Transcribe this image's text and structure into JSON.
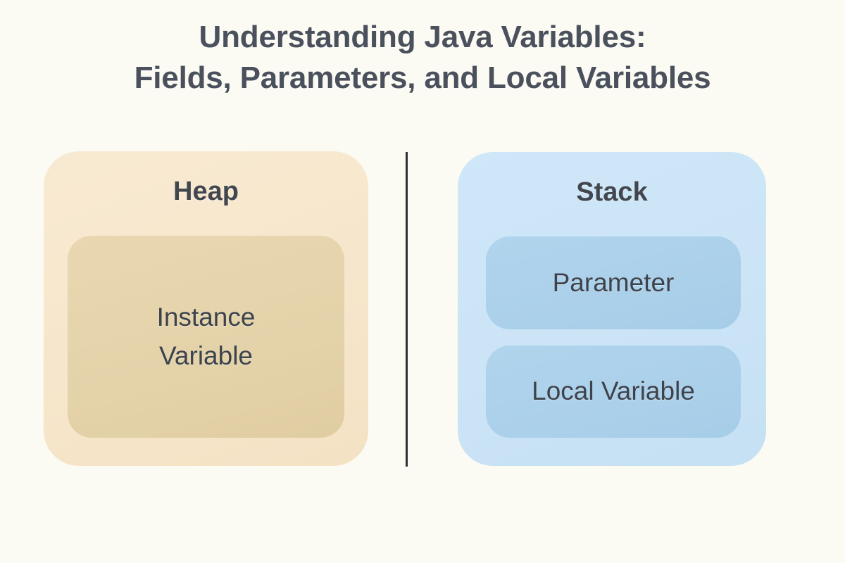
{
  "background_color": "#fbfaf3",
  "title": {
    "line1": "Understanding Java Variables:",
    "line2": "Fields, Parameters, and Local Variables",
    "color": "#4a515c"
  },
  "divider": {
    "color": "#2c2f33"
  },
  "diagram": {
    "type": "two-column memory model",
    "panels": [
      {
        "id": "heap",
        "title": "Heap",
        "fill_color": "#f6e6cb",
        "title_color": "#42474f",
        "boxes": [
          {
            "id": "instance-variable",
            "label": "Instance Variable",
            "label_line1": "Instance",
            "label_line2": "Variable",
            "fill_color": "#e4d2a9",
            "text_color": "#3d434c"
          }
        ]
      },
      {
        "id": "stack",
        "title": "Stack",
        "fill_color": "#cbe4f6",
        "title_color": "#42474f",
        "boxes": [
          {
            "id": "parameter",
            "label": "Parameter",
            "fill_color": "#abd0ea",
            "text_color": "#3d434c"
          },
          {
            "id": "local-variable",
            "label": "Local Variable",
            "fill_color": "#abd0ea",
            "text_color": "#3d434c"
          }
        ]
      }
    ]
  }
}
